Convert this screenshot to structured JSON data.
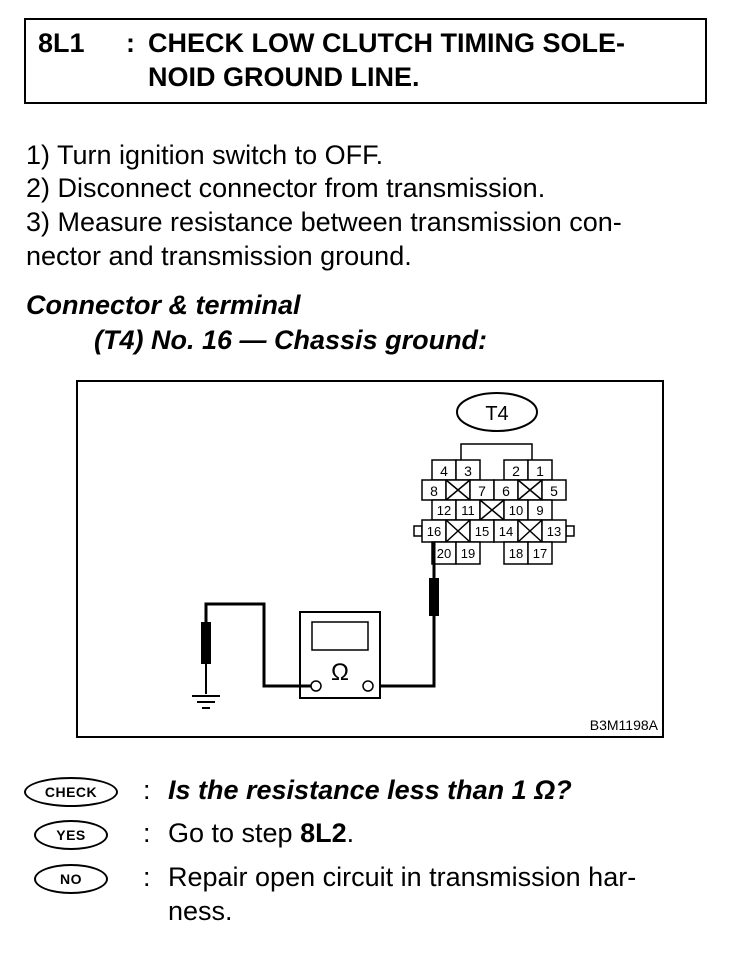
{
  "header": {
    "code": "8L1",
    "separator": ":",
    "title_line1": "CHECK LOW CLUTCH TIMING SOLE-",
    "title_line2": "NOID GROUND LINE."
  },
  "steps": [
    "1)  Turn ignition switch to OFF.",
    "2)  Disconnect connector from transmission.",
    "3)  Measure resistance between transmission con-",
    "nector and transmission ground."
  ],
  "subheading": {
    "line1": "Connector & terminal",
    "line2": "(T4) No. 16 — Chassis ground:"
  },
  "diagram": {
    "connector_label": "T4",
    "pins_row1": [
      "4",
      "3",
      "2",
      "1"
    ],
    "pins_row2": [
      "8",
      "7",
      "6",
      "5"
    ],
    "pins_row3": [
      "12",
      "11",
      "10",
      "9"
    ],
    "pins_row4": [
      "16",
      "15",
      "14",
      "13"
    ],
    "pins_row5": [
      "20",
      "19",
      "18",
      "17"
    ],
    "meter_symbol": "Ω",
    "figure_id": "B3M1198A"
  },
  "results": {
    "check_badge": "CHECK",
    "check_text": "Is the resistance less than 1 Ω?",
    "yes_badge": "YES",
    "yes_text_prefix": "Go to step ",
    "yes_step": "8L2",
    "yes_text_suffix": ".",
    "no_badge": "NO",
    "no_text_line1": "Repair open circuit in transmission har-",
    "no_text_line2": "ness.",
    "colon": ":"
  }
}
